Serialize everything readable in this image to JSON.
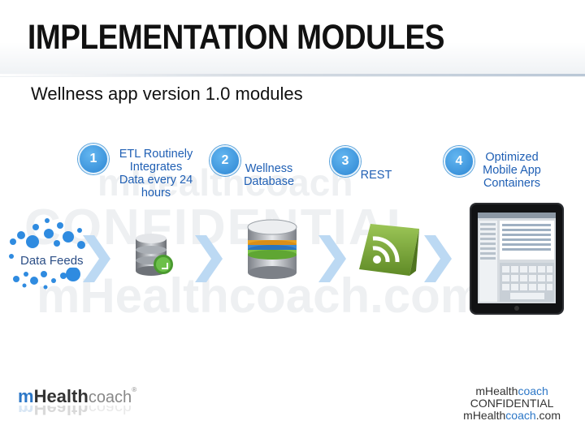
{
  "slide": {
    "title": "IMPLEMENTATION MODULES",
    "subtitle": "Wellness app version 1.0 modules"
  },
  "watermark": {
    "line1": "mHealthcoach",
    "line2": "CONFIDENTIAL",
    "line3": "mHealthcoach.com"
  },
  "flow": {
    "source_label": "Data Feeds",
    "steps": [
      {
        "number": "1",
        "lines": [
          "ETL Routinely",
          "Integrates",
          "Data every 24",
          "hours"
        ],
        "icon": "database-import-icon"
      },
      {
        "number": "2",
        "lines": [
          "Wellness",
          "Database"
        ],
        "icon": "database-stack-icon"
      },
      {
        "number": "3",
        "lines": [
          "REST"
        ],
        "icon": "rss-feed-icon"
      },
      {
        "number": "4",
        "lines": [
          "Optimized",
          "Mobile App",
          "Containers"
        ],
        "icon": "tablet-icon"
      }
    ]
  },
  "footer": {
    "logo_m": "m",
    "logo_health": "Health",
    "logo_coach": "coach",
    "logo_reg": "®",
    "conf_line1_a": "mHealth",
    "conf_line1_b": "coach",
    "conf_line2": "CONFIDENTIAL",
    "conf_line3_a": "mHealth",
    "conf_line3_b": "coach",
    "conf_line3_c": ".com"
  },
  "colors": {
    "accent_blue": "#2c77c7",
    "label_blue": "#1f5fb4",
    "chevron_blue": "#bcd9f3",
    "rss_green": "#7aa33a"
  }
}
